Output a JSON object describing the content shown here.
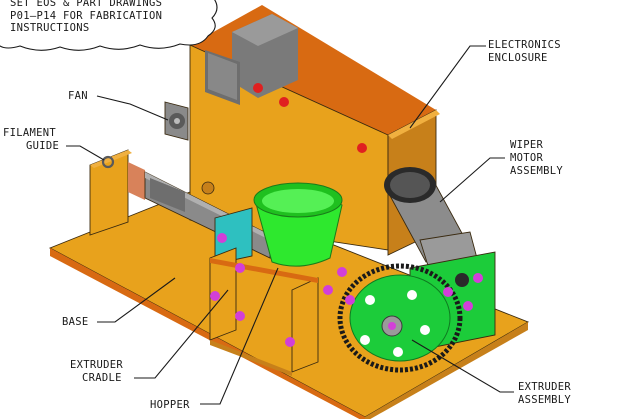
{
  "callout": {
    "lines": [
      "SET EOS & PART DRAWINGS",
      "P01–P14 FOR FABRICATION",
      "INSTRUCTIONS"
    ]
  },
  "labels": {
    "electronics_enclosure": [
      "ELECTRONICS",
      "ENCLOSURE"
    ],
    "fan": [
      "FAN"
    ],
    "filament_guide": [
      "FILAMENT",
      "GUIDE"
    ],
    "wiper_motor_assembly": [
      "WIPER",
      "MOTOR",
      "ASSEMBLY"
    ],
    "base": [
      "BASE"
    ],
    "extruder_cradle": [
      "EXTRUDER",
      "CRADLE"
    ],
    "hopper": [
      "HOPPER"
    ],
    "extruder_assembly": [
      "EXTRUDER",
      "ASSEMBLY"
    ]
  },
  "colors": {
    "wood": "#e8a21c",
    "wood_dark": "#c7801a",
    "wood_edge": "#d86a12",
    "hopper": "#2ee82e",
    "motor": "#8c8c8c",
    "bracket": "#1ccc3a",
    "fastener": "#d23fd8",
    "switch": "#e02020",
    "chain": "#1a1a1a"
  }
}
